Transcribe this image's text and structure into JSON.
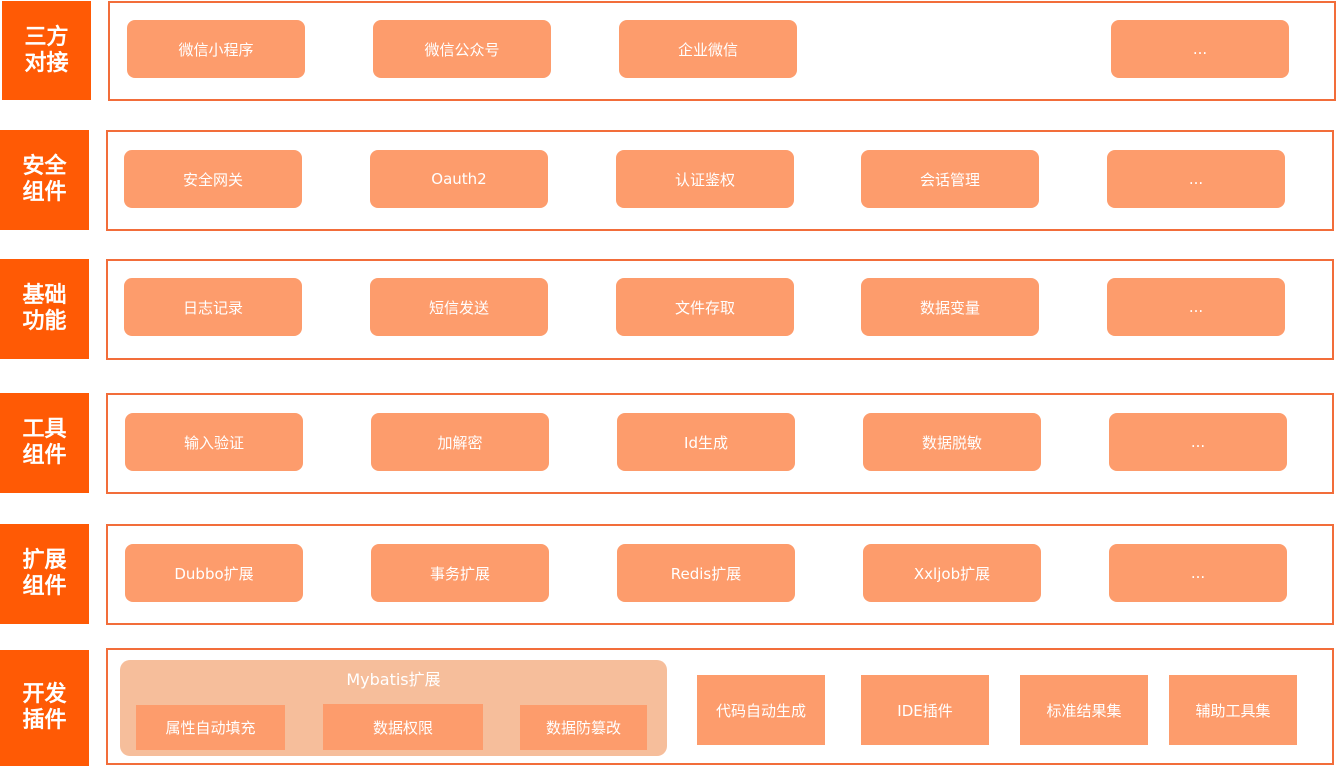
{
  "rows": [
    {
      "label": "三方\n对接",
      "items": [
        "微信小程序",
        "微信公众号",
        "企业微信",
        "..."
      ]
    },
    {
      "label": "安全\n组件",
      "items": [
        "安全网关",
        "Oauth2",
        "认证鉴权",
        "会话管理",
        "..."
      ]
    },
    {
      "label": "基础\n功能",
      "items": [
        "日志记录",
        "短信发送",
        "文件存取",
        "数据变量",
        "..."
      ]
    },
    {
      "label": "工具\n组件",
      "items": [
        "输入验证",
        "加解密",
        "Id生成",
        "数据脱敏",
        "..."
      ]
    },
    {
      "label": "扩展\n组件",
      "items": [
        "Dubbo扩展",
        "事务扩展",
        "Redis扩展",
        "Xxljob扩展",
        "..."
      ]
    },
    {
      "label": "开发\n插件"
    }
  ],
  "dev": {
    "group_title": "Mybatis扩展",
    "group_items": [
      "属性自动填充",
      "数据权限",
      "数据防篡改"
    ],
    "items": [
      "代码自动生成",
      "IDE插件",
      "标准结果集",
      "辅助工具集"
    ]
  },
  "colors": {
    "label_bg": "#ff5a05",
    "frame_border": "#f26d3a",
    "button_bg": "#fd9c6c",
    "group_bg": "#f6be9b"
  }
}
